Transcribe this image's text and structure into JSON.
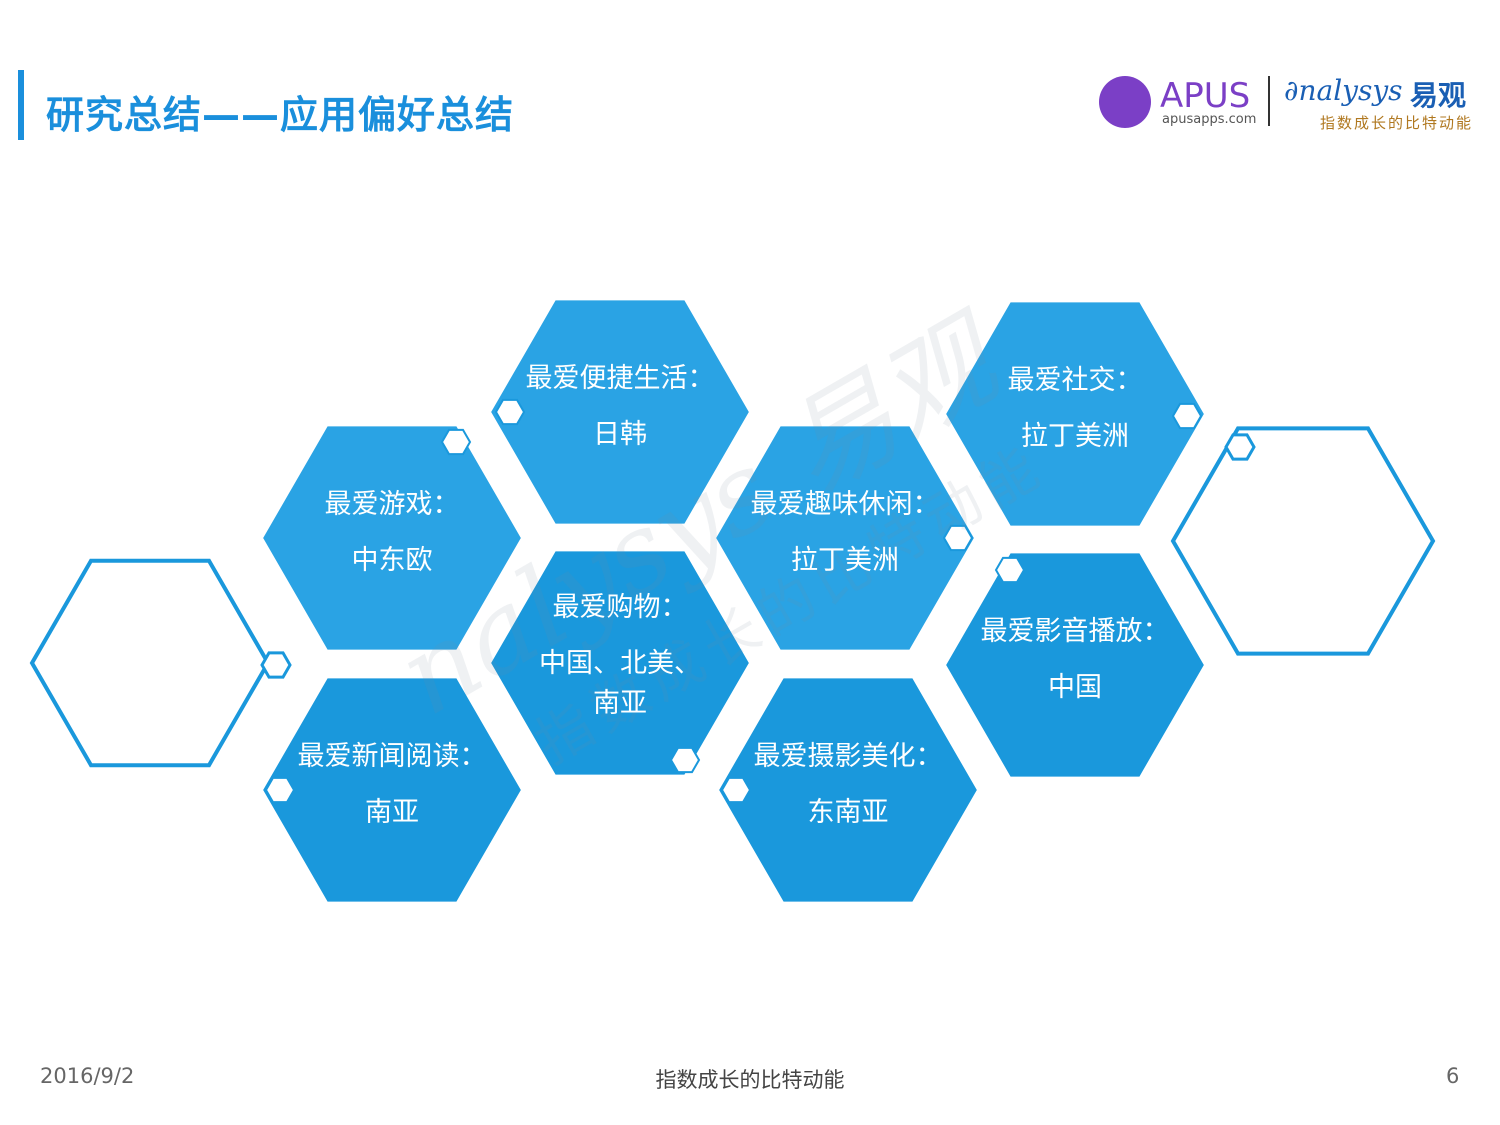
{
  "header": {
    "title": "研究总结——应用偏好总结",
    "logo_apus": "APUS",
    "logo_apus_url": "apusapps.com",
    "logo_analysys": "nalysys",
    "logo_analysys_cn": "易观",
    "logo_slogan": "指数成长的比特动能"
  },
  "watermark": {
    "text": "nalysys 易观",
    "slogan": "指数成长的比特动能"
  },
  "hexagons": [
    {
      "id": "hex-outline-left",
      "style": "outline",
      "line1": "",
      "line2": "",
      "line3": ""
    },
    {
      "id": "hex-games",
      "style": "filled",
      "line1": "最爱游戏：",
      "line2": "中东欧",
      "line3": ""
    },
    {
      "id": "hex-news",
      "style": "filled",
      "line1": "最爱新闻阅读：",
      "line2": "南亚",
      "line3": ""
    },
    {
      "id": "hex-convenience",
      "style": "filled",
      "line1": "最爱便捷生活：",
      "line2": "日韩",
      "line3": ""
    },
    {
      "id": "hex-shopping",
      "style": "filled",
      "line1": "最爱购物：",
      "line2": "中国、北美、",
      "line3": "南亚"
    },
    {
      "id": "hex-leisure",
      "style": "filled",
      "line1": "最爱趣味休闲：",
      "line2": "拉丁美洲",
      "line3": ""
    },
    {
      "id": "hex-photo",
      "style": "filled",
      "line1": "最爱摄影美化：",
      "line2": "东南亚",
      "line3": ""
    },
    {
      "id": "hex-social",
      "style": "filled",
      "line1": "最爱社交：",
      "line2": "拉丁美洲",
      "line3": ""
    },
    {
      "id": "hex-media",
      "style": "filled",
      "line1": "最爱影音播放：",
      "line2": "中国",
      "line3": ""
    },
    {
      "id": "hex-outline-right",
      "style": "outline",
      "line1": "",
      "line2": "",
      "line3": ""
    }
  ],
  "colors": {
    "accent": "#1a8fdc",
    "hex_fill": "#1a98dc",
    "hex_fill_alt": "#2aa3e4",
    "apus_purple": "#7b3fc6",
    "analysys_blue": "#1a5fb4"
  },
  "footer": {
    "date": "2016/9/2",
    "slogan": "指数成长的比特动能",
    "page": "6"
  }
}
